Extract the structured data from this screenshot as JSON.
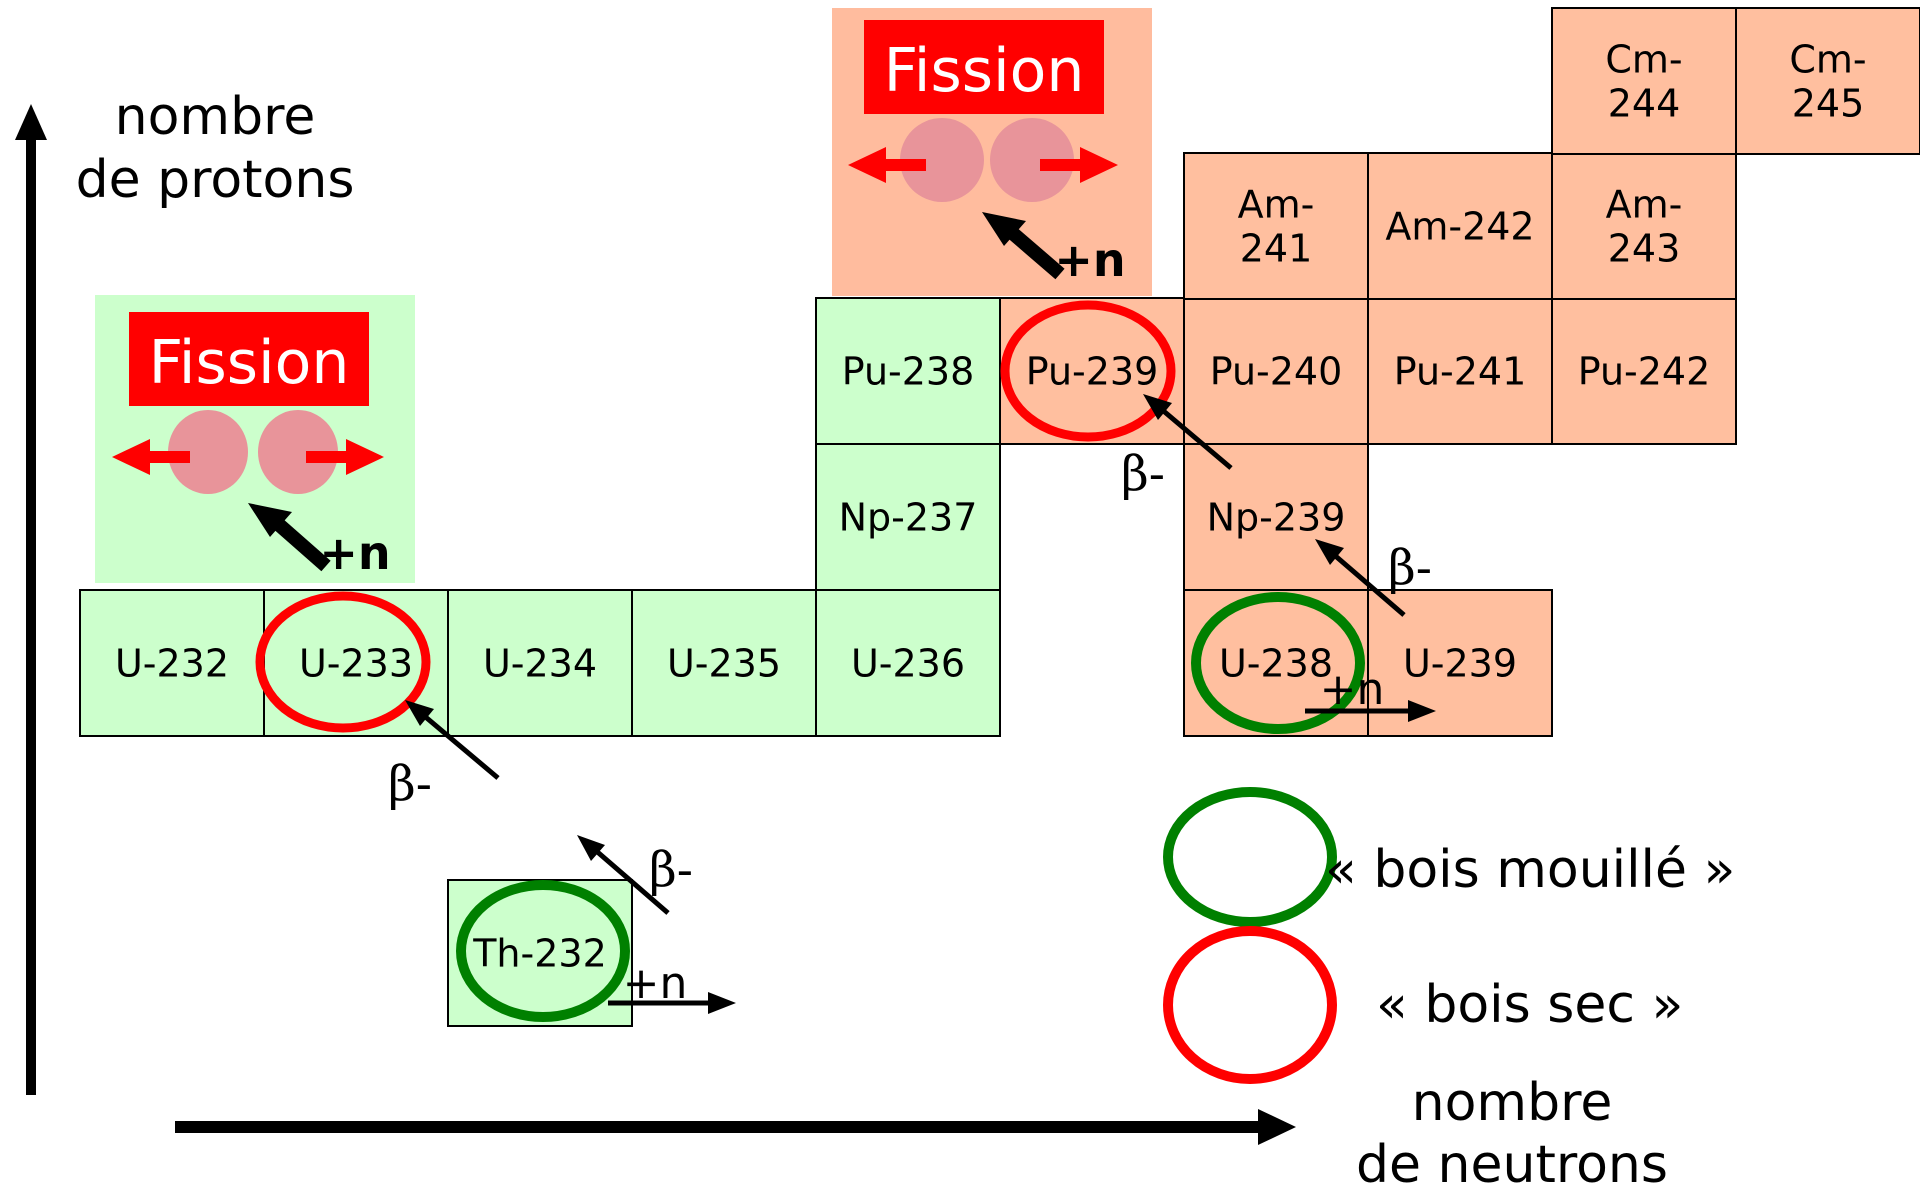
{
  "axes": {
    "y_label": [
      "nombre",
      "de protons"
    ],
    "x_label": [
      "nombre",
      "de neutrons"
    ]
  },
  "colors": {
    "green_cell": "#ccffcc",
    "orange_cell": "#ffbf9f",
    "fission_bg_orange": "#ffbc9e",
    "fission_bg_green": "#ccffcc",
    "fission_label_bg": "#ff0000",
    "fragment": "#e8949a",
    "ring_red": "#ff0000",
    "ring_green": "#008000"
  },
  "nuclides": [
    {
      "id": "u232",
      "label": "U-232",
      "group": "green"
    },
    {
      "id": "u233",
      "label": "U-233",
      "group": "green"
    },
    {
      "id": "u234",
      "label": "U-234",
      "group": "green"
    },
    {
      "id": "u235",
      "label": "U-235",
      "group": "green"
    },
    {
      "id": "u236",
      "label": "U-236",
      "group": "green"
    },
    {
      "id": "np237",
      "label": "Np-237",
      "group": "green"
    },
    {
      "id": "pu238",
      "label": "Pu-238",
      "group": "green"
    },
    {
      "id": "th232",
      "label": "Th-232",
      "group": "green"
    },
    {
      "id": "pu239",
      "label": "Pu-239",
      "group": "orange"
    },
    {
      "id": "pu240",
      "label": "Pu-240",
      "group": "orange"
    },
    {
      "id": "pu241",
      "label": "Pu-241",
      "group": "orange"
    },
    {
      "id": "pu242",
      "label": "Pu-242",
      "group": "orange"
    },
    {
      "id": "am241",
      "label": "Am-\n241",
      "group": "orange"
    },
    {
      "id": "am242",
      "label": "Am-242",
      "group": "orange"
    },
    {
      "id": "am243",
      "label": "Am-\n243",
      "group": "orange"
    },
    {
      "id": "cm244",
      "label": "Cm-\n244",
      "group": "orange"
    },
    {
      "id": "cm245",
      "label": "Cm-\n245",
      "group": "orange"
    },
    {
      "id": "np239",
      "label": "Np-239",
      "group": "orange"
    },
    {
      "id": "u238",
      "label": "U-238",
      "group": "orange"
    },
    {
      "id": "u239",
      "label": "U-239",
      "group": "orange"
    }
  ],
  "fission_boxes": [
    {
      "id": "fission-green",
      "label": "Fission",
      "neutron": "+n"
    },
    {
      "id": "fission-orange",
      "label": "Fission",
      "neutron": "+n"
    }
  ],
  "transitions": {
    "beta": "β-",
    "neutron": "+n"
  },
  "legend": [
    {
      "id": "wet-wood",
      "label": "« bois mouillé »",
      "ring": "green"
    },
    {
      "id": "dry-wood",
      "label": "« bois sec »",
      "ring": "red"
    }
  ]
}
